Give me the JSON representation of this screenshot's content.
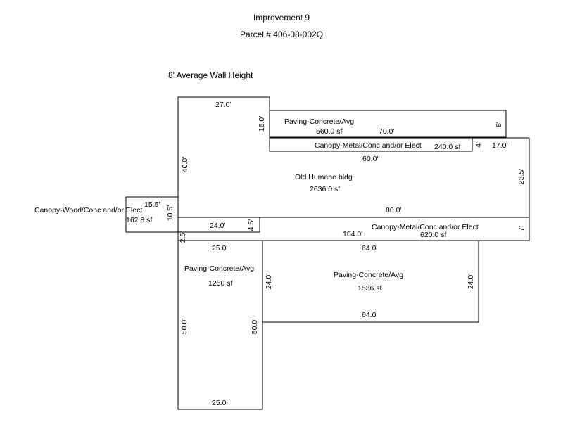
{
  "header": {
    "title": "Improvement 9",
    "parcel": "Parcel # 406-08-002Q",
    "wall_height": "8' Average Wall Height"
  },
  "sketch": {
    "paving_top": {
      "label": "Paving-Concrete/Avg",
      "area": "560.0 sf",
      "dim_len": "70.0'",
      "dim_depth": "8'"
    },
    "canopy_metal_top": {
      "label": "Canopy-Metal/Conc and/or Elect",
      "area": "240.0 sf",
      "dim_depth": "4'"
    },
    "main": {
      "label": "Old Humane bldg",
      "area": "2636.0 sf",
      "dims": {
        "top": "27.0'",
        "notch_side": "16.0'",
        "left_side": "40.0'",
        "inner_top": "60.0'",
        "right_step": "17.0'",
        "right_side": "23.5'",
        "bottom_long": "80.0'",
        "step_side": "4.5'",
        "bottom_left": "24.0'",
        "small_left": "2.5'",
        "canopy_side": "10.5'"
      }
    },
    "canopy_wood": {
      "label": "Canopy-Wood/Conc and/or Elect",
      "area": "162.8 sf",
      "dim_len": "15.5'"
    },
    "canopy_metal_bottom": {
      "label": "Canopy-Metal/Conc and/or Elect",
      "area": "620.0 sf",
      "dim_len": "104.0'",
      "dim_depth": "7'"
    },
    "paving_left": {
      "label": "Paving-Concrete/Avg",
      "area": "1250 sf",
      "dim_top": "25.0'",
      "dim_bottom": "25.0'",
      "dim_left": "50.0'",
      "dim_right": "50.0'"
    },
    "paving_right": {
      "label": "Paving-Concrete/Avg",
      "area": "1536 sf",
      "dim_top": "64.0'",
      "dim_bottom": "64.0'",
      "dim_left": "24.0'",
      "dim_right": "24.0'"
    }
  }
}
